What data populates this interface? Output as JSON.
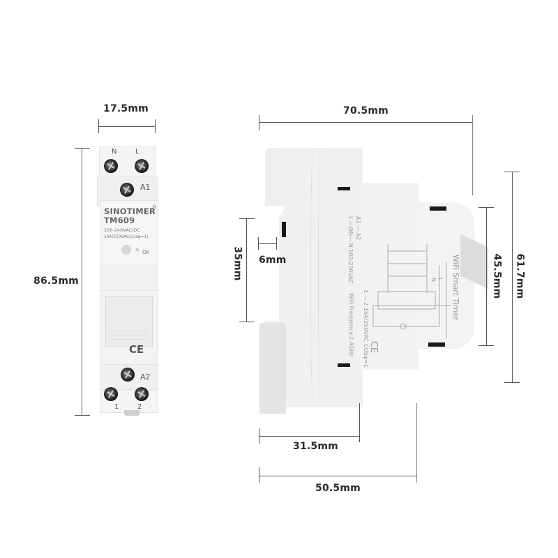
{
  "diagram": {
    "type": "product dimension drawing",
    "front_view": {
      "width_label": "17.5mm",
      "height_label": "86.5mm",
      "terminals_top": [
        "N",
        "L"
      ],
      "terminal_a1": "A1",
      "terminal_a2": "A2",
      "terminals_bottom": [
        "1",
        "2"
      ],
      "brand": "SINOTIMER",
      "registered_mark": "®",
      "model": "TM609",
      "spec_voltage": "100-240VAC/DC",
      "spec_current": "16A/250VAC(Cosφ=1)",
      "indicator_label": "On",
      "ce_mark": "CE"
    },
    "side_view": {
      "depth_label": "70.5mm",
      "rail_label": "35mm",
      "clip_label": "6mm",
      "front_height_label": "45.5mm",
      "total_height_label": "61.7mm",
      "base_depth_label": "31.5mm",
      "mid_depth_label": "50.5mm",
      "product_name": "WiFi Smart Timer",
      "label_lines": [
        "A1 — A2",
        "L —(M)— N  100-230VAC",
        "1 — 2  16A/250VAC COSφ=1",
        "WiFi Frequency:2.4GHz"
      ],
      "wiring_terminals": [
        "L",
        "N"
      ],
      "ce_mark": "CE"
    },
    "colors": {
      "background": "#ffffff",
      "device_body": "#eeeeee",
      "dimension_line": "#555555",
      "dimension_text": "#2a2a2a"
    }
  }
}
